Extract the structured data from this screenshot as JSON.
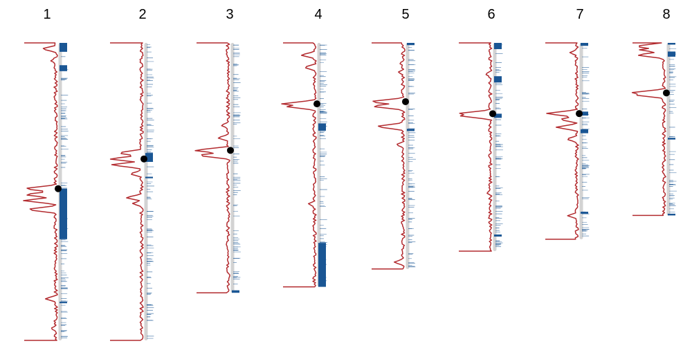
{
  "chart_data": {
    "type": "diagram",
    "description_note": "",
    "colors": {
      "profile": "#b22a2e",
      "chromosome": "#d3d3d3",
      "marker": "#1a5694",
      "centromere": "#000000"
    },
    "chromosomes": [
      {
        "label": "1",
        "length": 1.0,
        "centromere": 0.49,
        "blocks": [
          [
            0.0,
            0.03
          ],
          [
            0.075,
            0.095
          ],
          [
            0.49,
            0.66
          ],
          [
            0.87,
            0.875
          ]
        ],
        "peaks": [
          [
            0.02,
            -25
          ],
          [
            0.06,
            -12
          ],
          [
            0.49,
            -52
          ],
          [
            0.51,
            -52
          ],
          [
            0.53,
            -52
          ],
          [
            0.56,
            -48
          ],
          [
            0.86,
            -20
          ],
          [
            0.96,
            -12
          ]
        ]
      },
      {
        "label": "2",
        "length": 1.0,
        "centromere": 0.39,
        "blocks": [
          [
            0.37,
            0.4
          ],
          [
            0.45,
            0.455
          ]
        ],
        "peaks": [
          [
            0.37,
            -40
          ],
          [
            0.39,
            -52
          ],
          [
            0.41,
            -50
          ],
          [
            0.44,
            -22
          ],
          [
            0.52,
            -28
          ],
          [
            0.54,
            -18
          ]
        ]
      },
      {
        "label": "3",
        "length": 0.84,
        "centromere": 0.43,
        "blocks": [
          [
            0.99,
            1.0
          ]
        ],
        "peaks": [
          [
            0.33,
            -15
          ],
          [
            0.38,
            -20
          ],
          [
            0.43,
            -55
          ],
          [
            0.45,
            -50
          ]
        ]
      },
      {
        "label": "4",
        "length": 0.82,
        "centromere": 0.25,
        "blocks": [
          [
            0.33,
            0.36
          ],
          [
            0.82,
            1.0
          ]
        ],
        "peaks": [
          [
            0.05,
            -25
          ],
          [
            0.1,
            -20
          ],
          [
            0.25,
            -52
          ],
          [
            0.26,
            -48
          ],
          [
            0.66,
            -14
          ]
        ]
      },
      {
        "label": "5",
        "length": 0.76,
        "centromere": 0.26,
        "blocks": [
          [
            0.0,
            0.01
          ],
          [
            0.38,
            0.39
          ]
        ],
        "peaks": [
          [
            0.09,
            -10
          ],
          [
            0.13,
            -12
          ],
          [
            0.26,
            -55
          ],
          [
            0.28,
            -52
          ],
          [
            0.37,
            -45
          ],
          [
            0.45,
            -15
          ],
          [
            0.97,
            -18
          ]
        ]
      },
      {
        "label": "6",
        "length": 0.7,
        "centromere": 0.34,
        "blocks": [
          [
            0.0,
            0.03
          ],
          [
            0.16,
            0.19
          ],
          [
            0.34,
            0.36
          ],
          [
            0.92,
            0.93
          ]
        ],
        "peaks": [
          [
            0.15,
            -12
          ],
          [
            0.34,
            -55
          ],
          [
            0.35,
            -50
          ],
          [
            0.72,
            -10
          ]
        ]
      },
      {
        "label": "7",
        "length": 0.66,
        "centromere": 0.36,
        "blocks": [
          [
            0.0,
            0.015
          ],
          [
            0.35,
            0.37
          ],
          [
            0.44,
            0.46
          ],
          [
            0.86,
            0.87
          ]
        ],
        "peaks": [
          [
            0.05,
            -15
          ],
          [
            0.36,
            -50
          ],
          [
            0.39,
            -30
          ],
          [
            0.43,
            -35
          ],
          [
            0.49,
            -20
          ],
          [
            0.88,
            -18
          ]
        ]
      },
      {
        "label": "8",
        "length": 0.58,
        "centromere": 0.29,
        "blocks": [
          [
            0.0,
            0.01
          ],
          [
            0.05,
            0.08
          ],
          [
            0.55,
            0.56
          ],
          [
            0.99,
            1.0
          ]
        ],
        "peaks": [
          [
            0.02,
            -48
          ],
          [
            0.04,
            -40
          ],
          [
            0.07,
            -45
          ],
          [
            0.29,
            -55
          ],
          [
            0.3,
            -52
          ]
        ]
      }
    ]
  }
}
